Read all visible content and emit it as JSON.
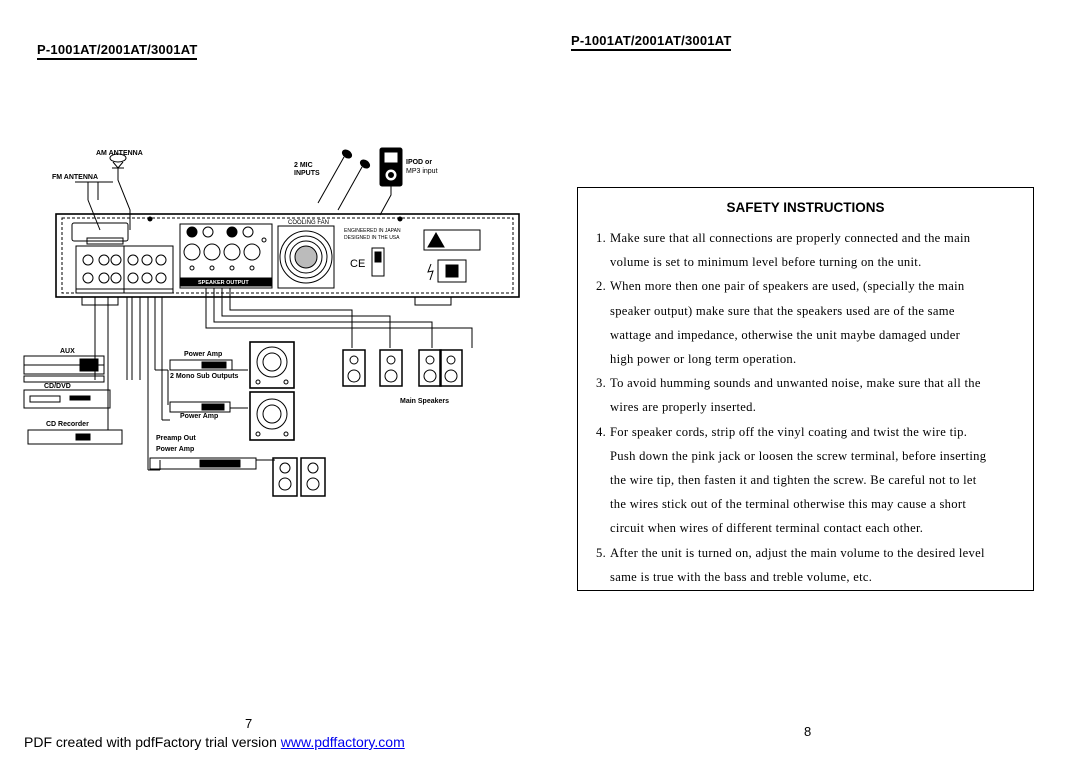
{
  "header": {
    "model_left": "P-1001AT/2001AT/3001AT",
    "model_right": "P-1001AT/2001AT/3001AT"
  },
  "diagram": {
    "am_antenna": "AM ANTENNA",
    "fm_antenna": "FM ANTENNA",
    "mic_inputs_line1": "2 MIC",
    "mic_inputs_line2": "INPUTS",
    "ipod_line1": "IPOD or",
    "ipod_line2": "MP3 input",
    "cooling_fan": "COOLING FAN",
    "engineered_line1": "ENGINEERED IN JAPAN",
    "engineered_line2": "DESIGNED IN THE USA",
    "speaker_output": "SPEAKER OUTPUT",
    "aux": "AUX",
    "cd_dvd": "CD/DVD",
    "cd_recorder": "CD Recorder",
    "power_amp_1": "Power Amp",
    "mono_sub_outputs": "2 Mono Sub Outputs",
    "power_amp_2": "Power Amp",
    "preamp_out": "Preamp Out",
    "power_amp_3": "Power Amp",
    "main_speakers": "Main Speakers",
    "ce_mark": "CE"
  },
  "safety": {
    "title": "SAFETY INSTRUCTIONS",
    "items": [
      {
        "num": "1.",
        "lines": [
          "Make sure that all connections are properly connected and the main",
          "volume is set to minimum level before turning on the unit."
        ]
      },
      {
        "num": "2.",
        "lines": [
          "When more then one pair of speakers are used, (specially the main",
          "speaker output) make sure that the speakers used are of the same",
          "wattage  and impedance, otherwise the unit maybe damaged under",
          "high power or long term operation."
        ]
      },
      {
        "num": "3.",
        "lines": [
          "To avoid humming sounds and unwanted noise, make sure that all the",
          "wires are properly inserted."
        ]
      },
      {
        "num": "4.",
        "lines": [
          "For speaker cords, strip off the vinyl coating and twist the wire tip.",
          "Push down the pink jack or loosen the screw terminal, before inserting",
          "the wire tip, then fasten it and tighten the screw. Be careful not to let",
          "the wires stick out of the terminal otherwise this may cause a short",
          "circuit when wires of different terminal contact each other."
        ]
      },
      {
        "num": "5.",
        "lines": [
          "After the unit is turned on, adjust the main volume to the desired level",
          "same is true with the bass and treble volume, etc."
        ]
      }
    ]
  },
  "pages": {
    "left": "7",
    "right": "8"
  },
  "footer": {
    "prefix": "PDF created with pdfFactory trial version ",
    "link": "www.pdffactory.com"
  }
}
